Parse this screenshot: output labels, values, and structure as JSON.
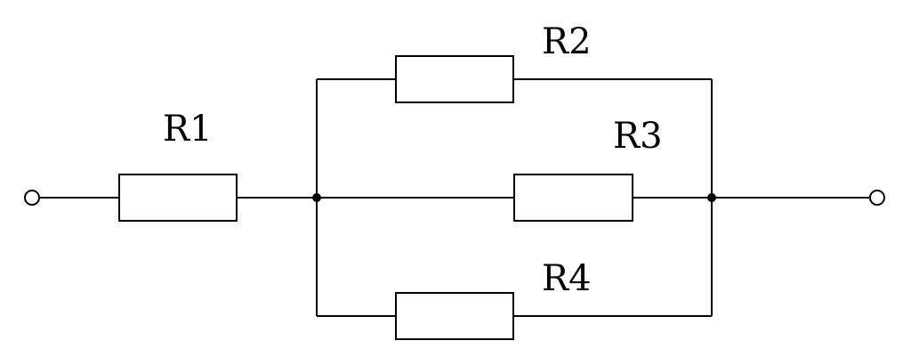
{
  "circuit": {
    "resistors": [
      {
        "id": "r1",
        "label": "R1"
      },
      {
        "id": "r2",
        "label": "R2"
      },
      {
        "id": "r3",
        "label": "R3"
      },
      {
        "id": "r4",
        "label": "R4"
      }
    ],
    "colors": {
      "line": "#000000",
      "background": "#ffffff"
    }
  }
}
